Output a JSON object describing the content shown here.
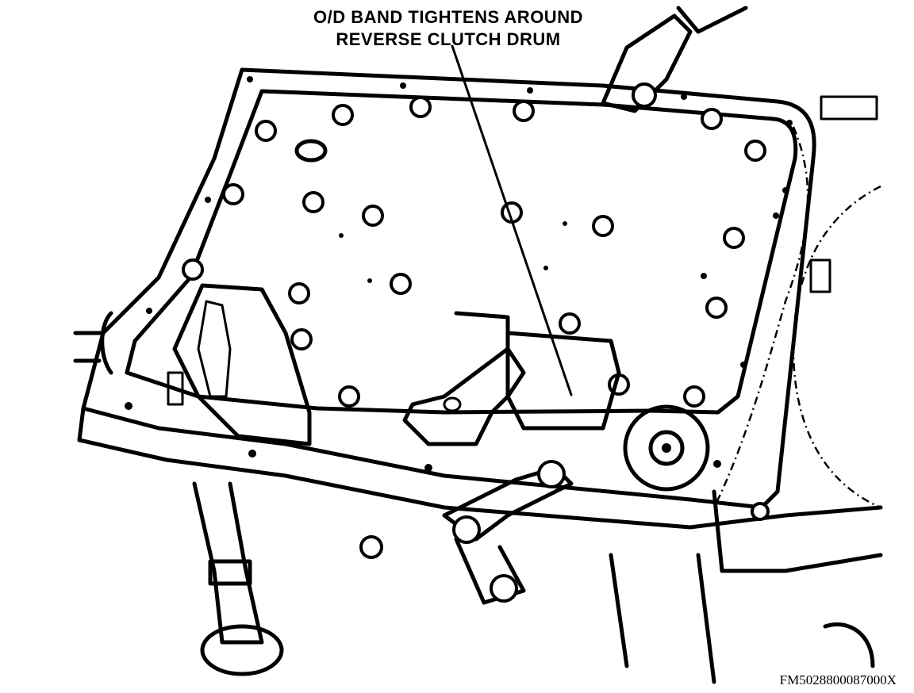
{
  "callout": {
    "line1": "O/D BAND TIGHTENS AROUND",
    "line2": "REVERSE CLUTCH DRUM"
  },
  "figure_id": "FM5028800087000X"
}
